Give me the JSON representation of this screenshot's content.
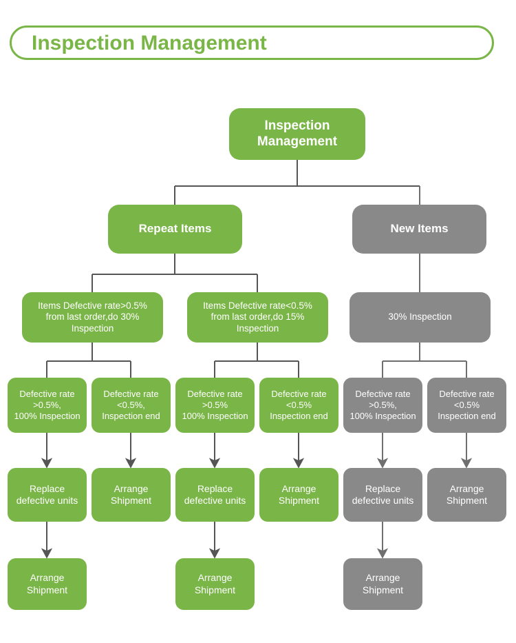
{
  "header": {
    "title": "Inspection Management"
  },
  "colors": {
    "green": "#7ab547",
    "gray": "#898989",
    "connector_dark": "#555555",
    "connector_gray": "#6e6e6e",
    "text_on_node": "#ffffff",
    "page_background": "#ffffff"
  },
  "chart_data": {
    "type": "diagram",
    "title": "Inspection Management",
    "orientation": "top-down-tree",
    "levels": 6,
    "branches": [
      "Repeat Items",
      "New Items"
    ]
  },
  "nodes": {
    "root": {
      "label": "Inspection\nManagement",
      "color": "green"
    },
    "branch_repeat": {
      "label": "Repeat Items",
      "color": "green"
    },
    "branch_new": {
      "label": "New Items",
      "color": "gray"
    },
    "rule_repeat_high": {
      "label": "Items Defective rate>0.5%\nfrom last order,do 30%\nInspection",
      "color": "green"
    },
    "rule_repeat_low": {
      "label": "Items Defective rate<0.5%\nfrom last order,do 15%\nInspection",
      "color": "green"
    },
    "rule_new": {
      "label": "30% Inspection",
      "color": "gray"
    },
    "result_1": {
      "label": "Defective rate\n>0.5%,\n100% Inspection",
      "color": "green"
    },
    "result_2": {
      "label": "Defective rate\n<0.5%,\nInspection end",
      "color": "green"
    },
    "result_3": {
      "label": "Defective rate\n>0.5%\n100% Inspection",
      "color": "green"
    },
    "result_4": {
      "label": "Defective rate\n<0.5%\nInspection end",
      "color": "green"
    },
    "result_5": {
      "label": "Defective rate\n>0.5%,\n100% Inspection",
      "color": "gray"
    },
    "result_6": {
      "label": "Defective rate\n<0.5%\nInspection end",
      "color": "gray"
    },
    "action_1": {
      "label": "Replace\ndefective units",
      "color": "green"
    },
    "action_2": {
      "label": "Arrange\nShipment",
      "color": "green"
    },
    "action_3": {
      "label": "Replace\ndefective units",
      "color": "green"
    },
    "action_4": {
      "label": "Arrange\nShipment",
      "color": "green"
    },
    "action_5": {
      "label": "Replace\ndefective units",
      "color": "gray"
    },
    "action_6": {
      "label": "Arrange\nShipment",
      "color": "gray"
    },
    "final_1": {
      "label": "Arrange\nShipment",
      "color": "green"
    },
    "final_2": {
      "label": "Arrange\nShipment",
      "color": "green"
    },
    "final_3": {
      "label": "Arrange\nShipment",
      "color": "gray"
    }
  }
}
